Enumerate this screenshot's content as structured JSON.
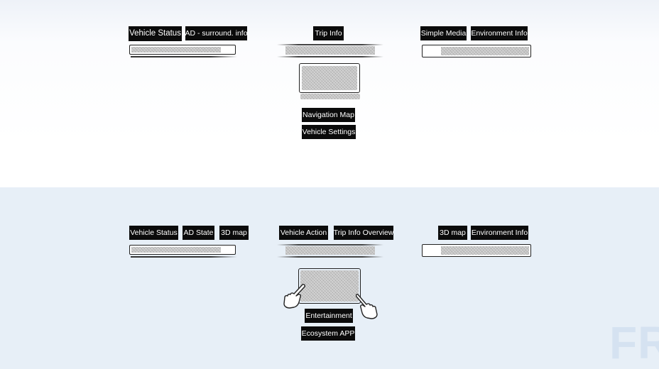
{
  "top": {
    "left_labels": [
      "Vehicle Status",
      "AD - surround. info"
    ],
    "center_label": "Trip Info",
    "right_labels": [
      "Simple Media",
      "Environment Info"
    ],
    "screen_labels": [
      "Navigation Map",
      "Vehicle Settings"
    ]
  },
  "bottom": {
    "left_labels": [
      "Vehicle Status",
      "AD State",
      "3D map"
    ],
    "center_labels": [
      "Vehicle Action",
      "Trip Info Overview"
    ],
    "right_labels": [
      "3D map",
      "Environment Info"
    ],
    "screen_labels": [
      "Entertainment",
      "Ecosystem APP"
    ]
  },
  "watermark": "FR",
  "icons": [
    "pointing-hand-icon",
    "pointing-hand-icon"
  ],
  "colors": {
    "tag_bg": "#0b0b0b",
    "tag_text": "#ffffff",
    "bottom_panel": "#e7eff7"
  }
}
